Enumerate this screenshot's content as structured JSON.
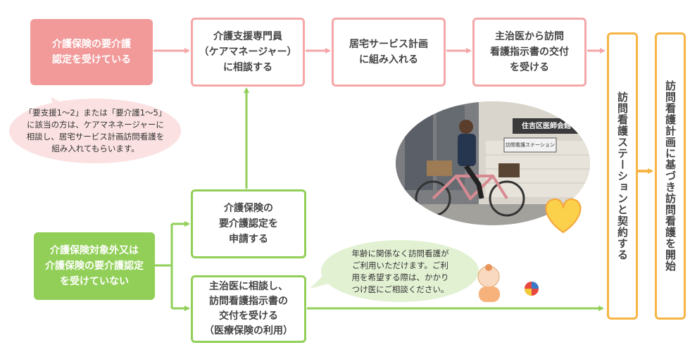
{
  "colors": {
    "pink": "#f29a9a",
    "pink_outline": "#f5a7a8",
    "pink_bubble": "#fbe1e1",
    "green": "#92cf58",
    "green_bubble": "#e3f1d3",
    "orange": "#f6b545"
  },
  "care_insured": {
    "label": "介護保険の要介護\n認定を受けている",
    "bubble": "「要支援1～2」または「要介護1～5」\nに該当の方は、ケアマネネージャーに\n相談し、居宅サービス計画訪問看護を\n組み入れてもらいます。"
  },
  "flow_top": {
    "care_manager": "介護支援専門員\n（ケアマネージャー）\nに相談する",
    "care_plan": "居宅サービス計画\nに組み入れる",
    "instruction": "主治医から訪問\n看護指示書の交付\nを受ける"
  },
  "not_insured": {
    "label": "介護保険対象外又は\n介護保険の要介護認定\nを受けていない",
    "apply": "介護保険の\n要介護認定を\n申請する",
    "doctor": "主治医に相談し、\n訪問看護指示書の\n交付を受ける\n（医療保険の利用）",
    "bubble": "年齢に関係なく訪問看護が\nご利用いただけます。ご利\n用を希望する際は、かかり\nつけ医にご相談ください。"
  },
  "photo": {
    "sign_top": "住吉区医師会館",
    "sign_bottom": "訪問看護ステーション"
  },
  "contract": "訪問看護ステーションと契約する",
  "start": "訪問看護計画に基づき訪問看護を開始"
}
